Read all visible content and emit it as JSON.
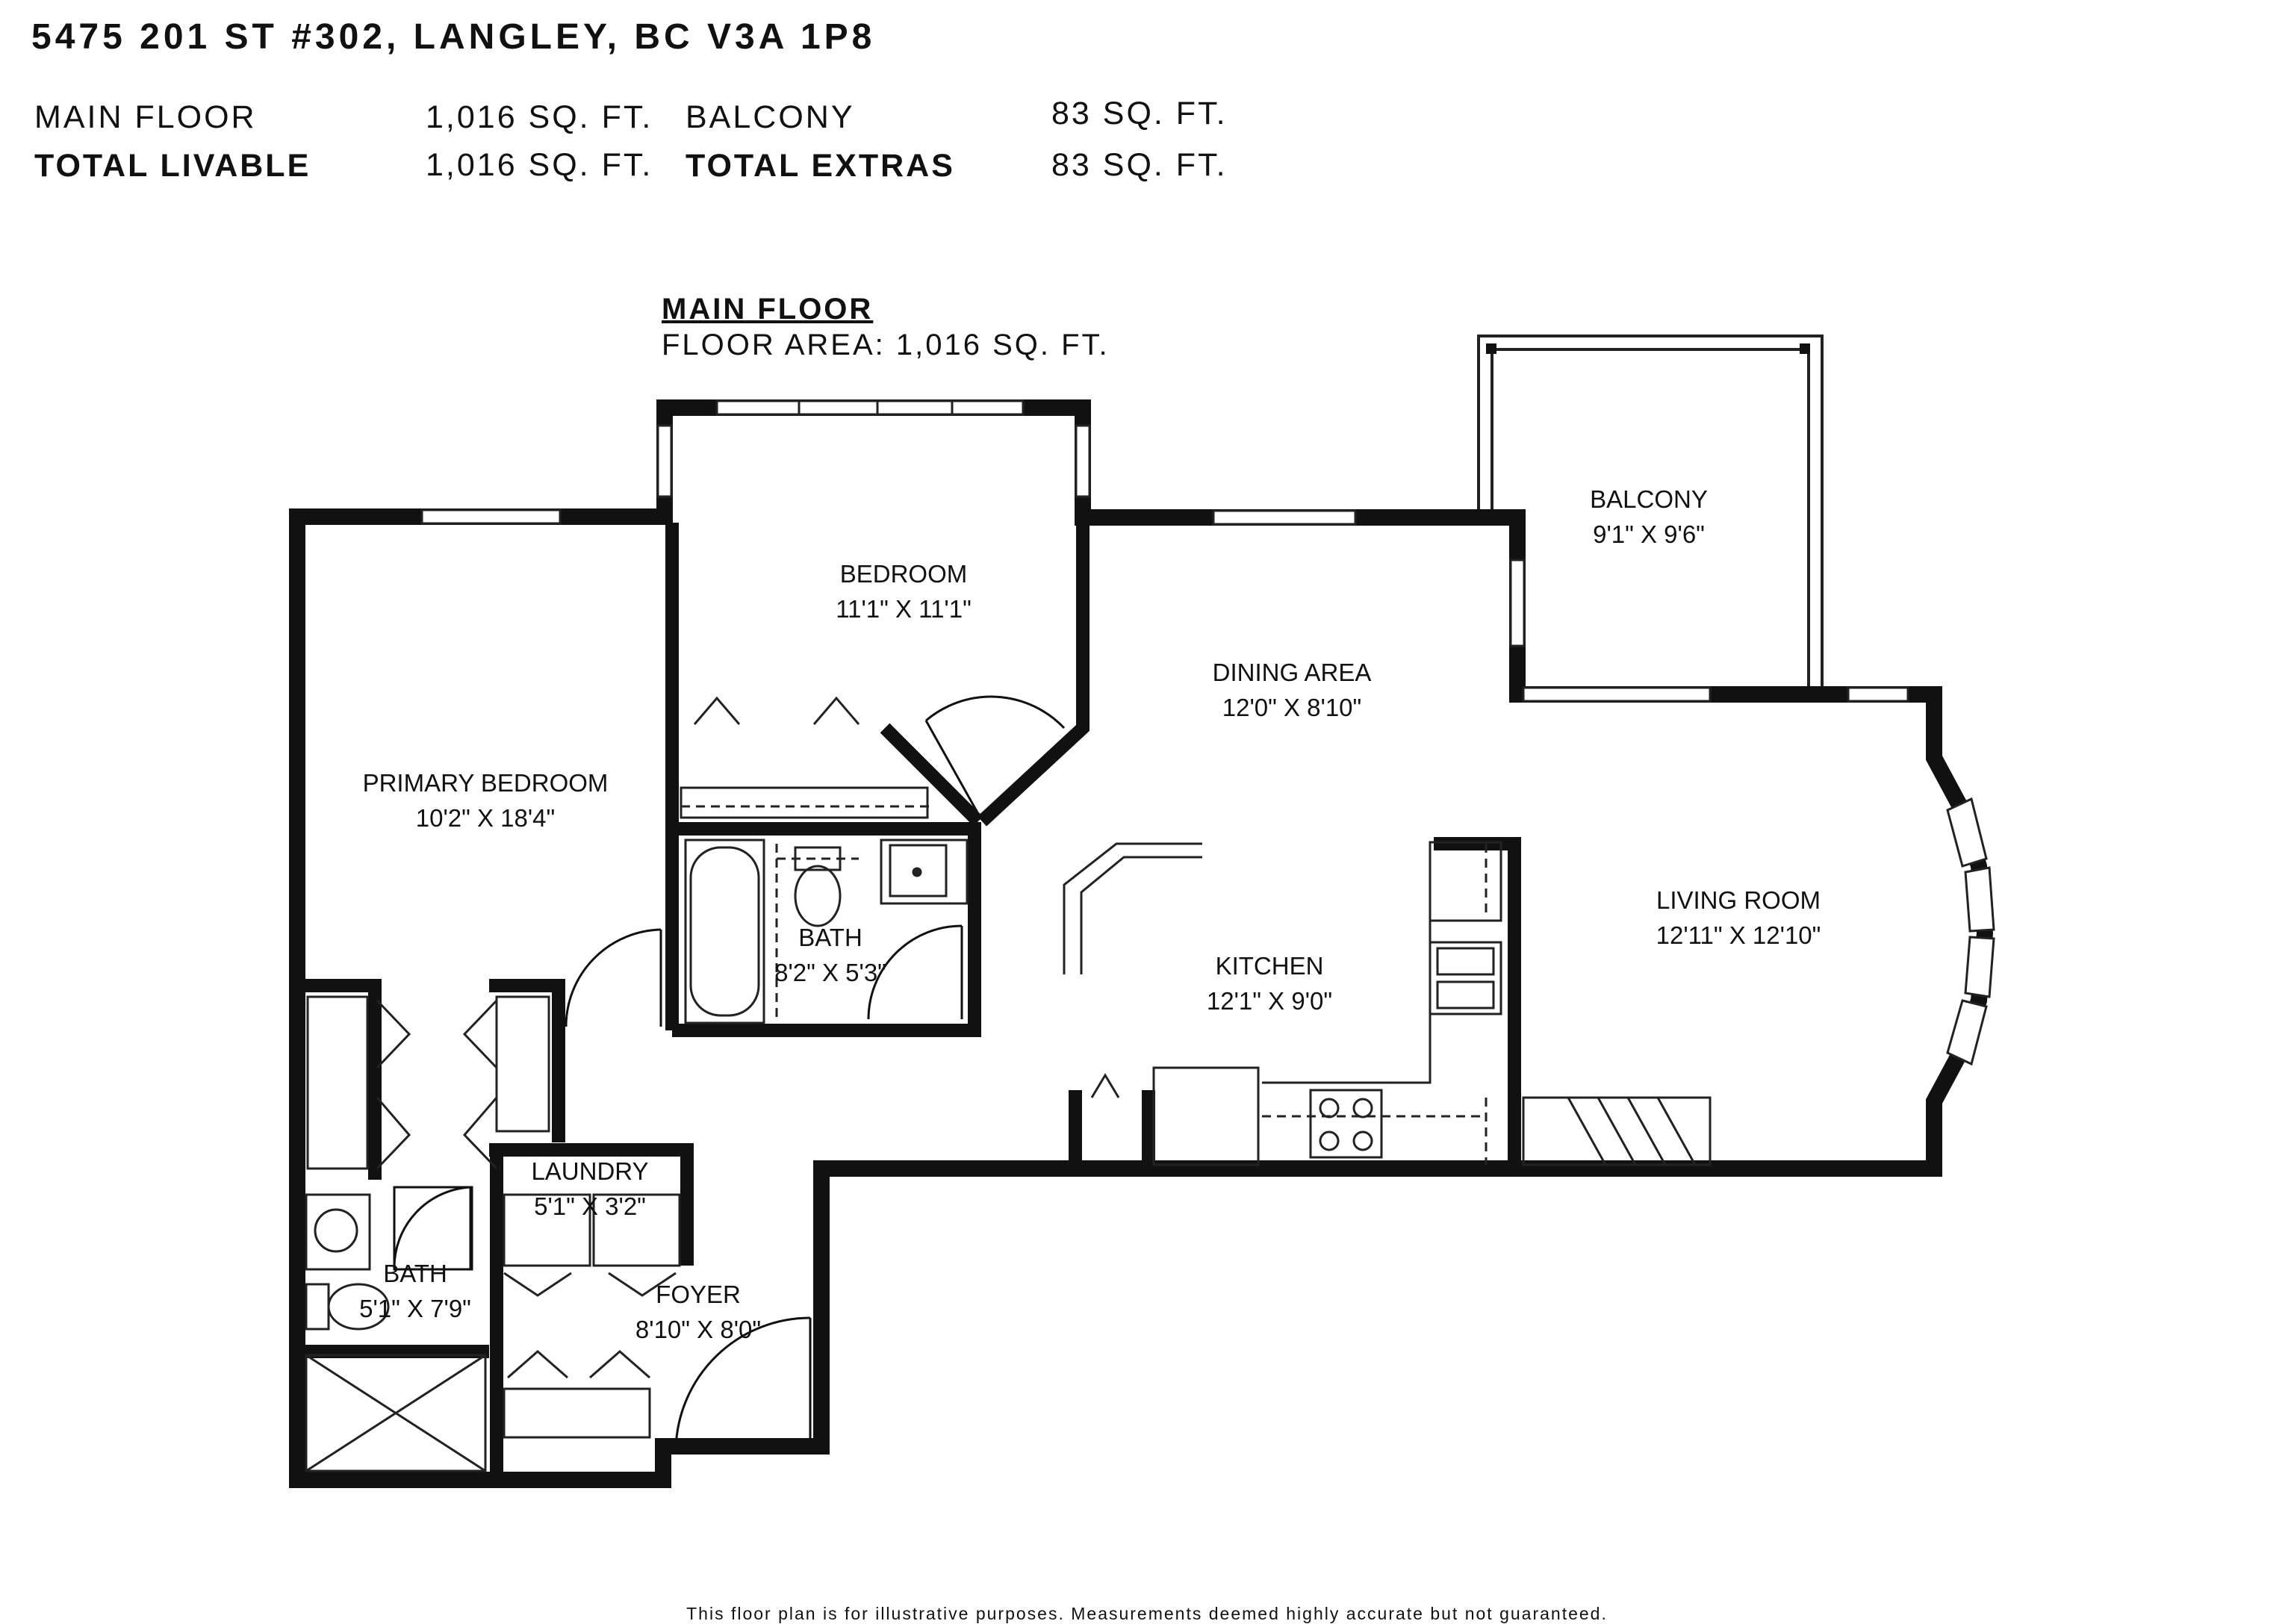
{
  "address": "5475 201 ST #302, LANGLEY, BC V3A 1P8",
  "summary": {
    "main_floor_label": "MAIN FLOOR",
    "main_floor_value": "1,016 SQ. FT.",
    "total_livable_label": "TOTAL LIVABLE",
    "total_livable_value": "1,016 SQ. FT.",
    "balcony_label": "BALCONY",
    "balcony_value": "83 SQ. FT.",
    "total_extras_label": "TOTAL EXTRAS",
    "total_extras_value": "83 SQ. FT."
  },
  "floor": {
    "title": "MAIN FLOOR",
    "area": "FLOOR AREA: 1,016 SQ. FT."
  },
  "rooms": [
    {
      "name": "BALCONY",
      "dims": "9'1\" X 9'6\""
    },
    {
      "name": "BEDROOM",
      "dims": "11'1\" X 11'1\""
    },
    {
      "name": "DINING AREA",
      "dims": "12'0\" X 8'10\""
    },
    {
      "name": "PRIMARY BEDROOM",
      "dims": "10'2\" X 18'4\""
    },
    {
      "name": "LIVING ROOM",
      "dims": "12'11\" X 12'10\""
    },
    {
      "name": "BATH",
      "dims": "8'2\" X 5'3\""
    },
    {
      "name": "KITCHEN",
      "dims": "12'1\" X 9'0\""
    },
    {
      "name": "LAUNDRY",
      "dims": "5'1\" X 3'2\""
    },
    {
      "name": "BATH",
      "dims": "5'1\" X 7'9\""
    },
    {
      "name": "FOYER",
      "dims": "8'10\" X 8'0\""
    }
  ],
  "disclaimer": "This floor plan is for illustrative purposes. Measurements deemed highly accurate but not guaranteed."
}
